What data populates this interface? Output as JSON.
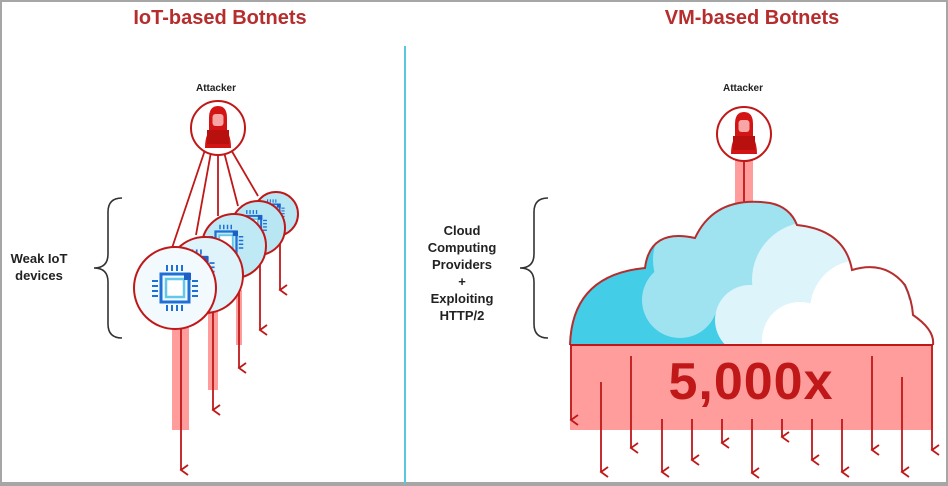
{
  "left_panel": {
    "title": "IoT-based Botnets",
    "attacker_label": "Attacker",
    "side_label_lines": [
      "Weak IoT",
      "devices"
    ],
    "device_count": 5,
    "device_icon": "microchip-icon"
  },
  "right_panel": {
    "title": "VM-based Botnets",
    "attacker_label": "Attacker",
    "side_label_lines": [
      "Cloud",
      "Computing",
      "Providers",
      "+",
      "Exploiting",
      "HTTP/2"
    ],
    "multiplier": "5,000x",
    "cloud_icon": "cloud-icon"
  },
  "colors": {
    "title": "#b62d2d",
    "accent_red": "#c01818",
    "traffic_fill": "#ff9d9d",
    "divider": "#58c8e0",
    "cloud_dark": "#43cde6",
    "cloud_mid": "#9fe3f1",
    "cloud_light": "#dcf4fa"
  }
}
